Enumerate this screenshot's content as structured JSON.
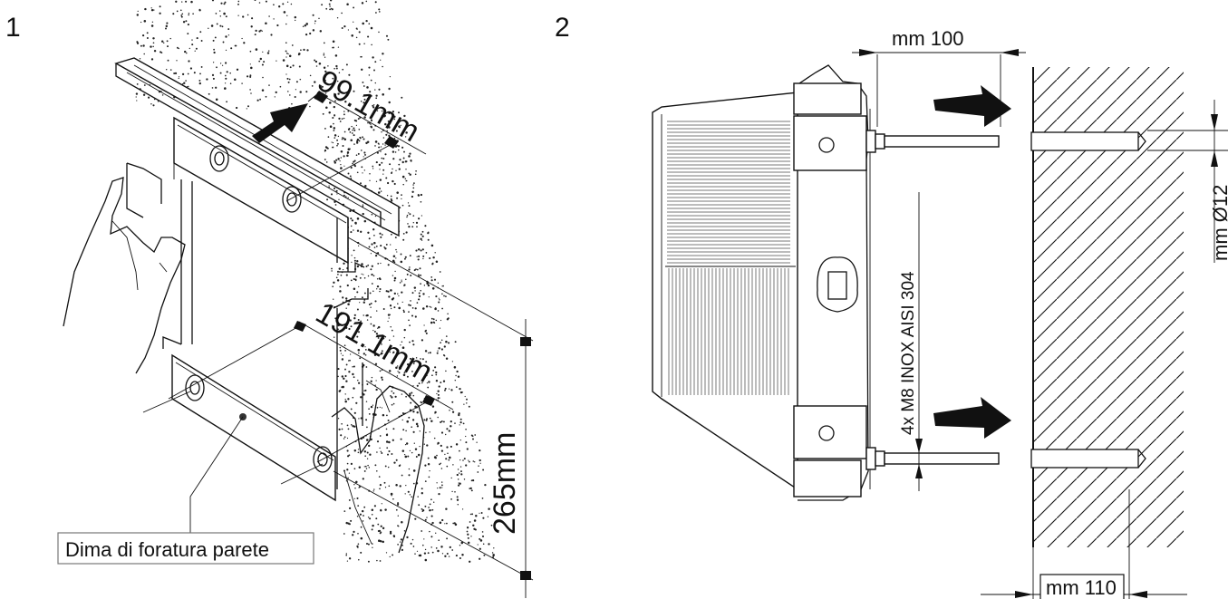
{
  "figure1": {
    "step_number": "1",
    "dim_top": "99.1mm",
    "dim_middle": "191.1mm",
    "dim_vertical": "265mm",
    "callout_label": "Dima di foratura parete"
  },
  "figure2": {
    "step_number": "2",
    "dim_top": "mm 100",
    "dim_bottom": "mm 110",
    "dim_diameter": "mm Ø12",
    "bolt_spec": "4x M8 INOX AISI 304"
  }
}
